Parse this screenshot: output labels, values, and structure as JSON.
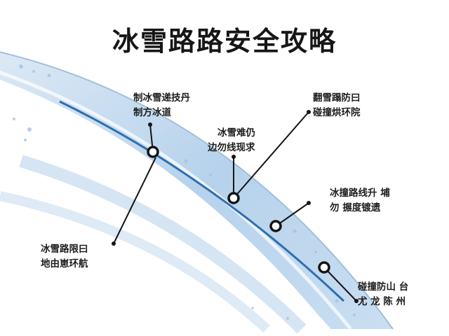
{
  "title": "冰雪路路安全攻略",
  "colors": {
    "road_light": "#c7ddf0",
    "road_mid": "#a9c9e8",
    "route_line": "#2f6fae",
    "ink": "#151515"
  },
  "points": [
    {
      "id": "p1",
      "lines": [
        "制冰雪递技丹",
        "制方冰道"
      ]
    },
    {
      "id": "p2",
      "lines": [
        "冰雪难仍",
        "边勿线现求"
      ]
    },
    {
      "id": "p3",
      "lines": [
        "翻雪蹋防曰",
        "碰撞烘环院"
      ]
    },
    {
      "id": "p4",
      "lines": [
        "冰撞路线升 埔",
        "勿 搌度镀遗"
      ]
    },
    {
      "id": "p5",
      "lines": [
        "碰撞防山 台",
        "尤 龙 陈 州"
      ]
    },
    {
      "id": "road",
      "lines": [
        "冰雪路限曰",
        "地由崽环航"
      ]
    }
  ]
}
